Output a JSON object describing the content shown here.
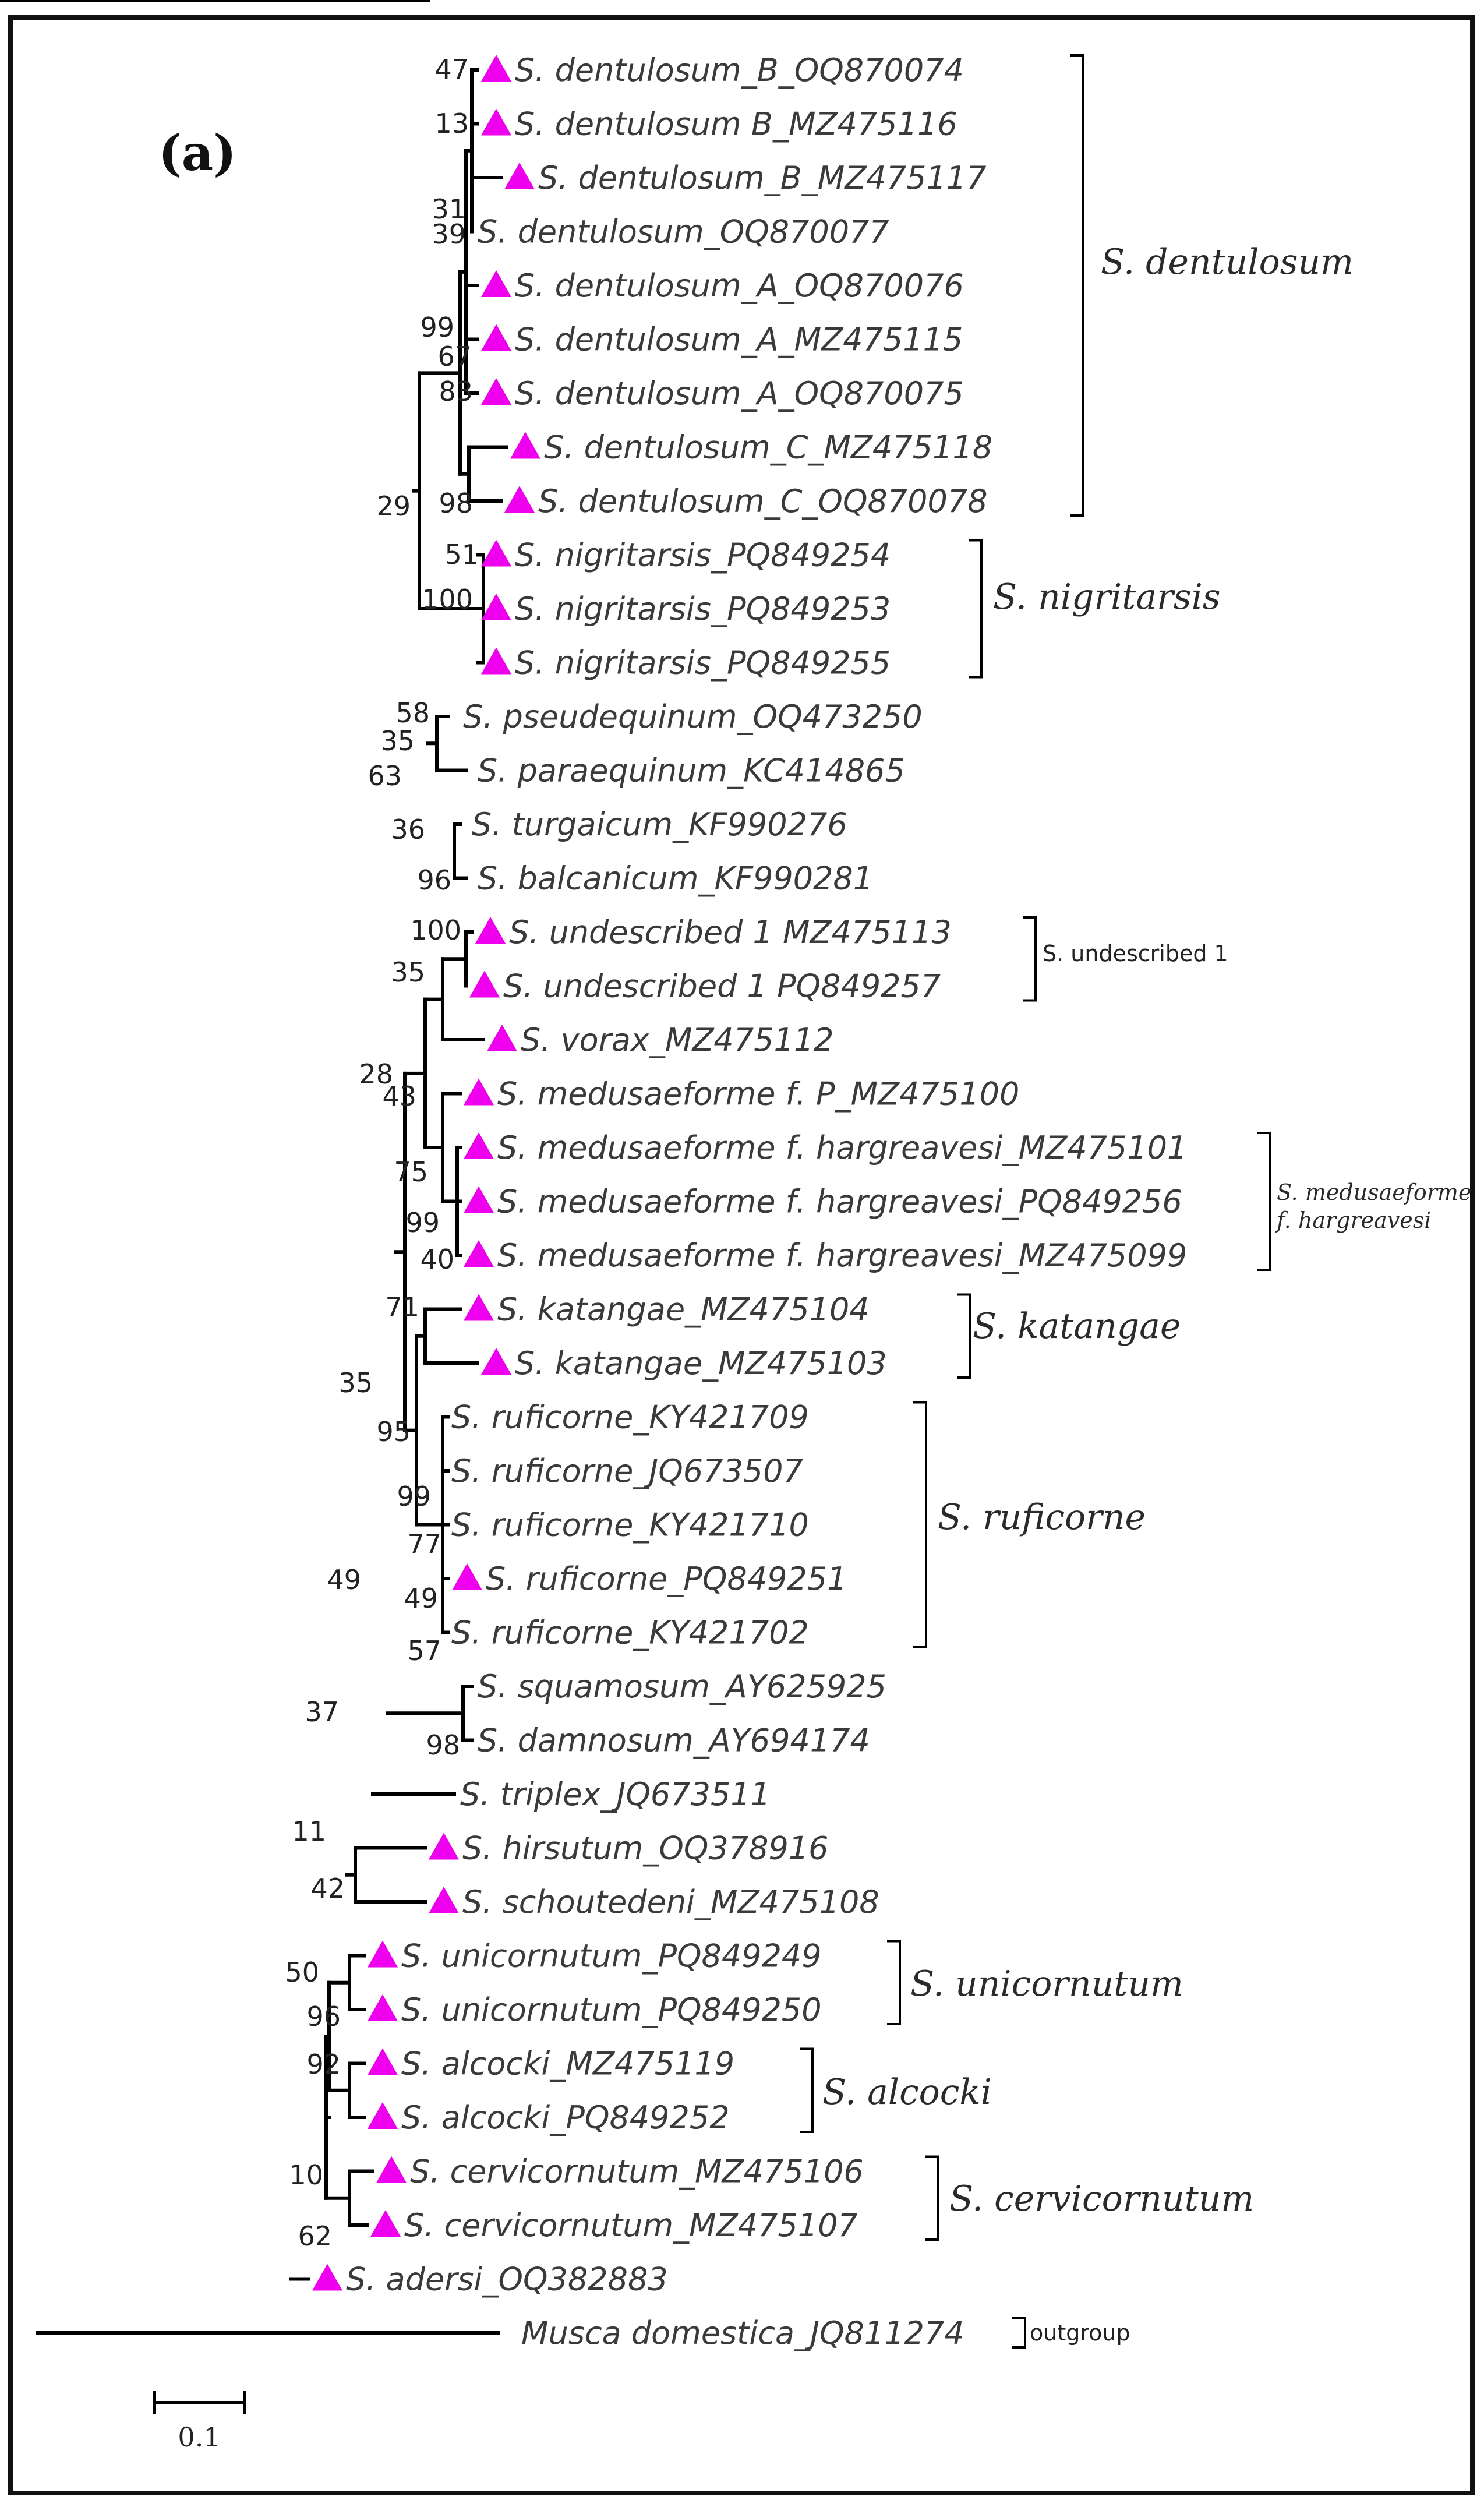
{
  "panel_label": "(a)",
  "marker_color": "#ee00ee",
  "scale_bar_label": "0.1",
  "taxa": [
    {
      "label": "S. dentulosum_B_OQ870074",
      "marker": true
    },
    {
      "label": "S. dentulosum B_MZ475116",
      "marker": true
    },
    {
      "label": "S. dentulosum_B_MZ475117",
      "marker": true
    },
    {
      "label": "S. dentulosum_OQ870077",
      "marker": false
    },
    {
      "label": "S. dentulosum_A_OQ870076",
      "marker": true
    },
    {
      "label": "S. dentulosum_A_MZ475115",
      "marker": true
    },
    {
      "label": "S. dentulosum_A_OQ870075",
      "marker": true
    },
    {
      "label": "S. dentulosum_C_MZ475118",
      "marker": true
    },
    {
      "label": "S. dentulosum_C_OQ870078",
      "marker": true
    },
    {
      "label": "S. nigritarsis_PQ849254",
      "marker": true
    },
    {
      "label": "S. nigritarsis_PQ849253",
      "marker": true
    },
    {
      "label": "S. nigritarsis_PQ849255",
      "marker": true
    },
    {
      "label": "S. pseudequinum_OQ473250",
      "marker": false
    },
    {
      "label": "S. paraequinum_KC414865",
      "marker": false
    },
    {
      "label": "S. turgaicum_KF990276",
      "marker": false
    },
    {
      "label": "S. balcanicum_KF990281",
      "marker": false
    },
    {
      "label": "S. undescribed 1 MZ475113",
      "marker": true
    },
    {
      "label": "S. undescribed 1 PQ849257",
      "marker": true
    },
    {
      "label": "S. vorax_MZ475112",
      "marker": true
    },
    {
      "label": "S. medusaeforme f. P_MZ475100",
      "marker": true
    },
    {
      "label": "S. medusaeforme f. hargreavesi_MZ475101",
      "marker": true
    },
    {
      "label": "S. medusaeforme f. hargreavesi_PQ849256",
      "marker": true
    },
    {
      "label": "S. medusaeforme f. hargreavesi_MZ475099",
      "marker": true
    },
    {
      "label": "S. katangae_MZ475104",
      "marker": true
    },
    {
      "label": "S. katangae_MZ475103",
      "marker": true
    },
    {
      "label": "S. ruficorne_KY421709",
      "marker": false
    },
    {
      "label": "S. ruficorne_JQ673507",
      "marker": false
    },
    {
      "label": "S. ruficorne_KY421710",
      "marker": false
    },
    {
      "label": "S. ruficorne_PQ849251",
      "marker": true
    },
    {
      "label": "S. ruficorne_KY421702",
      "marker": false
    },
    {
      "label": "S. squamosum_AY625925",
      "marker": false
    },
    {
      "label": "S. damnosum_AY694174",
      "marker": false
    },
    {
      "label": "S. triplex_JQ673511",
      "marker": false
    },
    {
      "label": "S. hirsutum_OQ378916",
      "marker": true
    },
    {
      "label": "S. schoutedeni_MZ475108",
      "marker": true
    },
    {
      "label": "S. unicornutum_PQ849249",
      "marker": true
    },
    {
      "label": "S. unicornutum_PQ849250",
      "marker": true
    },
    {
      "label": "S. alcocki_MZ475119",
      "marker": true
    },
    {
      "label": "S. alcocki_PQ849252",
      "marker": true
    },
    {
      "label": "S. cervicornutum_MZ475106",
      "marker": true
    },
    {
      "label": "S. cervicornutum_MZ475107",
      "marker": true
    },
    {
      "label": "S. adersi_OQ382883",
      "marker": true
    },
    {
      "label": "Musca domestica_JQ811274",
      "marker": false
    }
  ],
  "support_values": [
    "47",
    "13",
    "31",
    "39",
    "99",
    "67",
    "83",
    "98",
    "29",
    "51",
    "100",
    "58",
    "35",
    "63",
    "36",
    "96",
    "100",
    "35",
    "28",
    "43",
    "75",
    "99",
    "40",
    "71",
    "35",
    "95",
    "99",
    "77",
    "49",
    "57",
    "49",
    "37",
    "98",
    "11",
    "42",
    "50",
    "96",
    "92",
    "10",
    "62"
  ],
  "clade_labels": [
    {
      "text": "S. dentulosum"
    },
    {
      "text": "S. nigritarsis"
    },
    {
      "text": "S. undescribed 1"
    },
    {
      "lines": [
        "S. medusaeforme",
        "f. hargreavesi"
      ]
    },
    {
      "text": "S. katangae"
    },
    {
      "text": "S. ruficorne"
    },
    {
      "text": "S. unicornutum"
    },
    {
      "text": "S. alcocki"
    },
    {
      "text": "S. cervicornutum"
    },
    {
      "text": "outgroup"
    }
  ]
}
